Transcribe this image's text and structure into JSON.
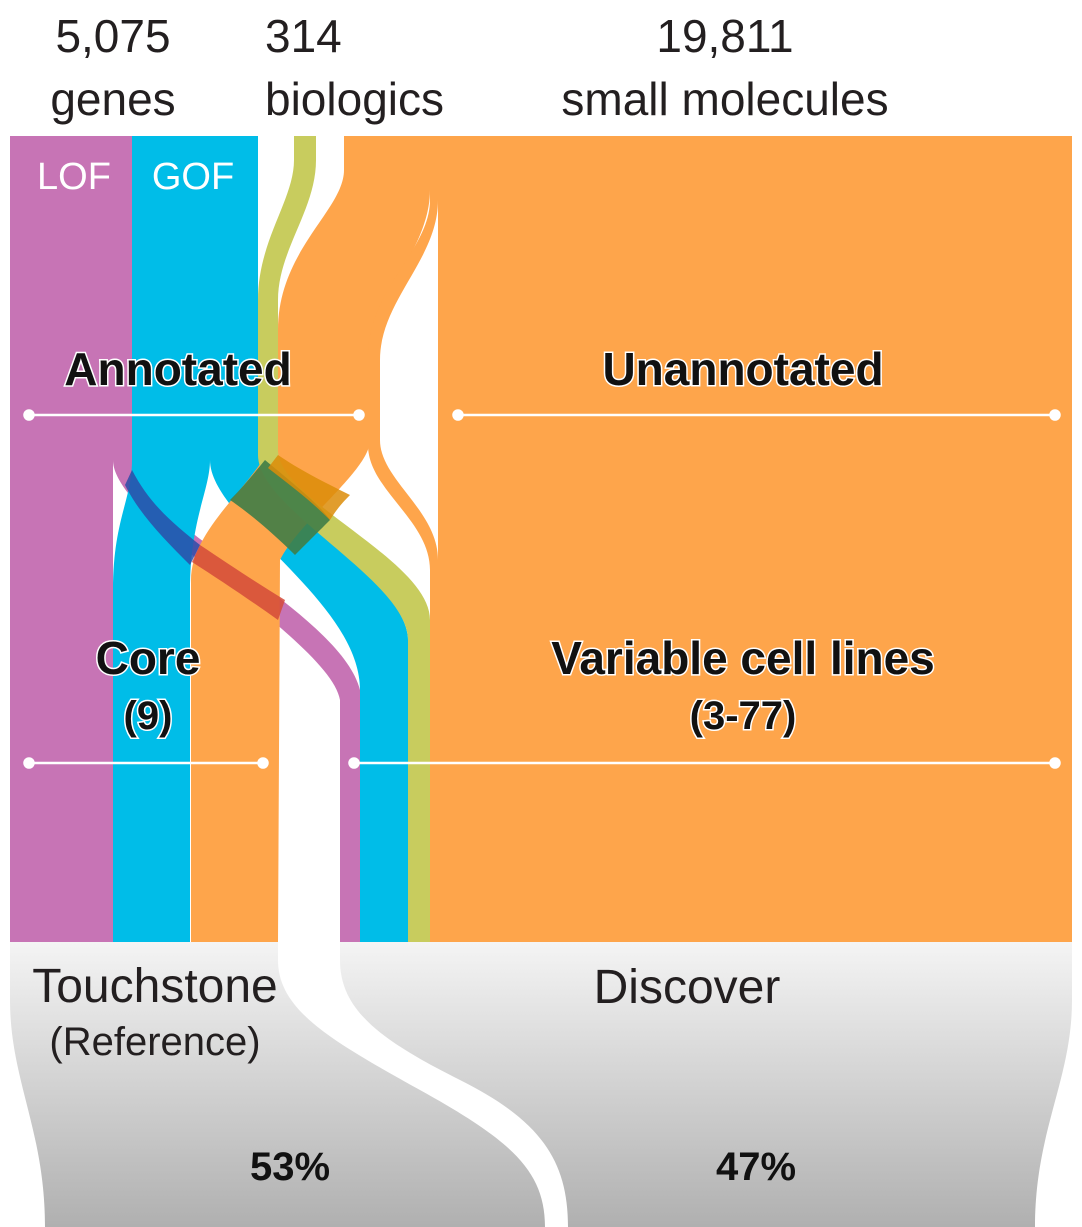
{
  "header": {
    "genes": {
      "count": "5,075",
      "label": "genes"
    },
    "biologics": {
      "count": "314",
      "label": "biologics"
    },
    "small_molecules": {
      "count": "19,811",
      "label": "small molecules"
    }
  },
  "bands": {
    "lof_label": "LOF",
    "gof_label": "GOF"
  },
  "categories": {
    "annotated": "Annotated",
    "unannotated": "Unannotated",
    "core": "Core",
    "core_count": "(9)",
    "variable": "Variable cell lines",
    "variable_range": "(3-77)"
  },
  "bottom": {
    "touchstone": "Touchstone",
    "touchstone_sub": "(Reference)",
    "touchstone_pct": "53%",
    "discover": "Discover",
    "discover_pct": "47%"
  },
  "colors": {
    "lof": "#c774b5",
    "gof": "#00bde8",
    "biologics": "#c8cc5e",
    "small_molecules": "#fea54b",
    "blue_overlap": "#2b4ea8",
    "red_overlap": "#d44a3a",
    "green_overlap": "#3f7d47",
    "dark_orange_overlap": "#dc8c08",
    "bottom_gradient_top": "#f2f2f2",
    "bottom_gradient_bottom": "#b3b3b3"
  }
}
